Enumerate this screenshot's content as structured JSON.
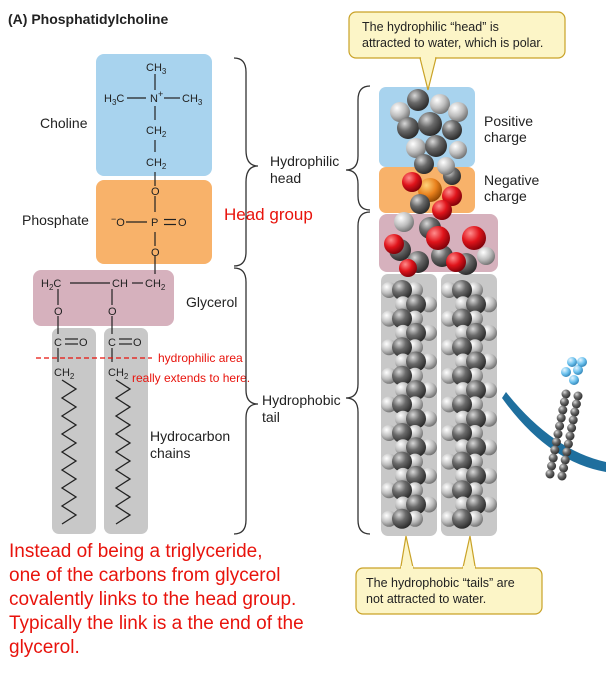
{
  "title": "(A) Phosphatidylcholine",
  "regions": {
    "choline": "Choline",
    "phosphate": "Phosphate",
    "glycerol": "Glycerol",
    "hydrocarbon": [
      "Hydrocarbon",
      "chains"
    ]
  },
  "brackets": {
    "head": [
      "Hydrophilic",
      "head"
    ],
    "tail": [
      "Hydrophobic",
      "tail"
    ]
  },
  "head_group_note": "Head group",
  "hydrophilic_note": [
    "hydrophilic area",
    "really extends to here."
  ],
  "model_labels": {
    "positive": [
      "Positive",
      "charge"
    ],
    "negative": [
      "Negative",
      "charge"
    ]
  },
  "callouts": {
    "head": [
      "The hydrophilic “head” is",
      "attracted to water, which is polar."
    ],
    "tails": [
      "The hydrophobic “tails” are",
      "not attracted to water."
    ]
  },
  "chem": {
    "ch3": "CH",
    "sub3": "3",
    "h3c": "H",
    "n": "N",
    "plus": "+",
    "ch2": "CH",
    "sub2": "2",
    "o": "O",
    "p": "P",
    "minus": "−",
    "h2c": "H",
    "ch": "CH",
    "c": "C"
  },
  "description_lines": [
    "Instead of being a triglyceride,",
    "one of the carbons from glycerol",
    "covalently links to the head group.",
    "Typically the link is a the end of the",
    "glycerol."
  ],
  "colors": {
    "choline_bg": "#a8d3ee",
    "phosphate_bg": "#f8b26a",
    "glycerol_bg": "#d6b1bd",
    "chain_bg": "#c8c8c8",
    "annotation_red": "#e8130c",
    "callout_bg": "#fcf5c7",
    "callout_border": "#c9a227"
  }
}
